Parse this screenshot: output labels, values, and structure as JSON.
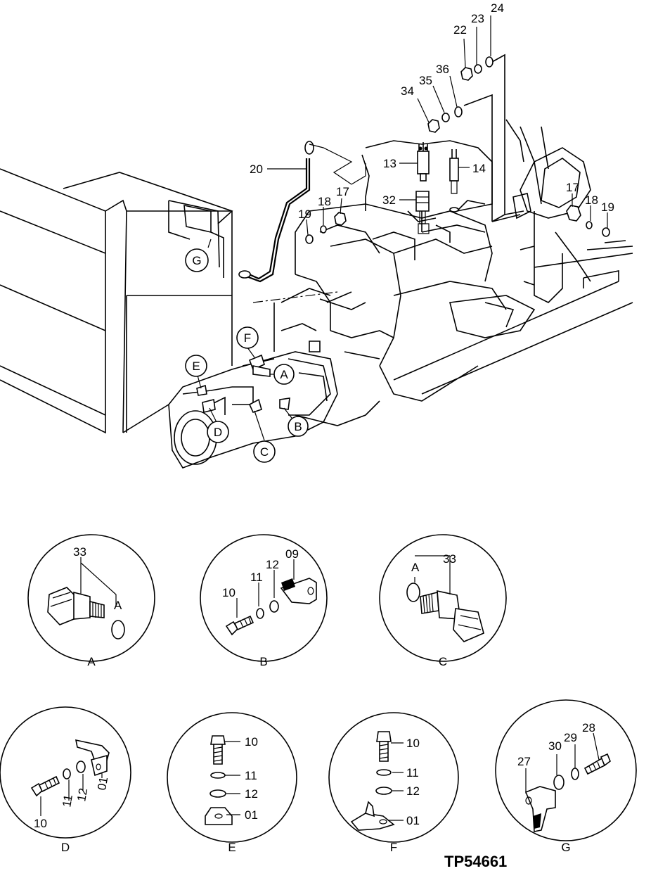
{
  "drawing": {
    "code": "TP54661",
    "main_callouts": [
      {
        "id": "c22",
        "text": "22"
      },
      {
        "id": "c23",
        "text": "23"
      },
      {
        "id": "c24",
        "text": "24"
      },
      {
        "id": "c34",
        "text": "34"
      },
      {
        "id": "c35",
        "text": "35"
      },
      {
        "id": "c36",
        "text": "36"
      },
      {
        "id": "c13",
        "text": "13"
      },
      {
        "id": "c14",
        "text": "14"
      },
      {
        "id": "c20",
        "text": "20"
      },
      {
        "id": "c32",
        "text": "32"
      },
      {
        "id": "c17a",
        "text": "17"
      },
      {
        "id": "c18a",
        "text": "18"
      },
      {
        "id": "c19a",
        "text": "19"
      },
      {
        "id": "c17b",
        "text": "17"
      },
      {
        "id": "c18b",
        "text": "18"
      },
      {
        "id": "c19b",
        "text": "19"
      }
    ],
    "detail_markers": [
      "A",
      "B",
      "C",
      "D",
      "E",
      "F",
      "G"
    ]
  },
  "details": {
    "A": {
      "label": "A",
      "callouts": [
        "33",
        "A"
      ]
    },
    "B": {
      "label": "B",
      "callouts": [
        "10",
        "11",
        "12",
        "09"
      ]
    },
    "C": {
      "label": "C",
      "callouts": [
        "A",
        "33"
      ]
    },
    "D": {
      "label": "D",
      "callouts": [
        "10",
        "11",
        "12",
        "01"
      ]
    },
    "E": {
      "label": "E",
      "callouts": [
        "10",
        "11",
        "12",
        "01"
      ]
    },
    "F": {
      "label": "F",
      "callouts": [
        "10",
        "11",
        "12",
        "01"
      ]
    },
    "G": {
      "label": "G",
      "callouts": [
        "27",
        "30",
        "29",
        "28"
      ]
    }
  }
}
